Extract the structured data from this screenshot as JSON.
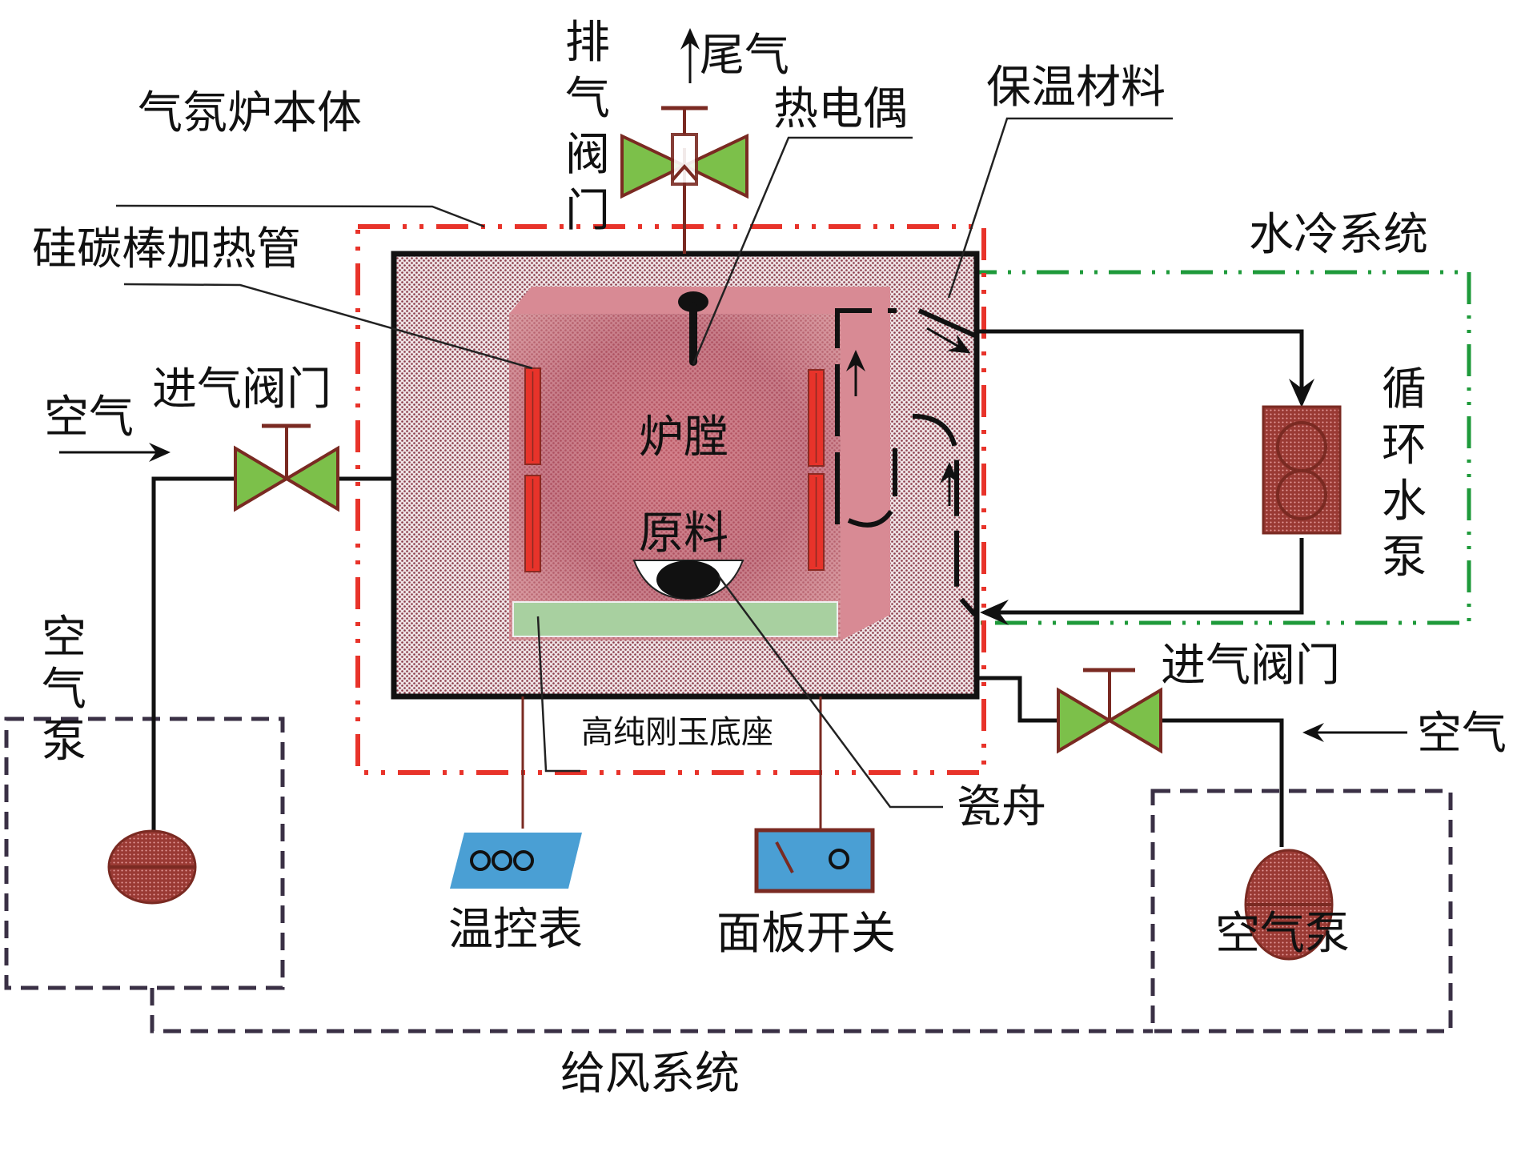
{
  "title": "气氛炉实验装置示意图",
  "labels": {
    "furnace_body": "气氛炉本体",
    "sic_heater": "硅碳棒加热管",
    "exhaust_valve": "排气阀门",
    "exhaust_gas": "尾气",
    "thermocouple": "热电偶",
    "insulation": "保温材料",
    "water_cooling_system": "水冷系统",
    "circulating_pump": "循环水泵",
    "furnace_chamber": "炉膛",
    "raw_material": "原料",
    "alumina_base": "高纯刚玉底座",
    "crucible_boat": "瓷舟",
    "temp_controller": "温控表",
    "panel_switch": "面板开关",
    "inlet_valve_left": "进气阀门",
    "inlet_valve_right": "进气阀门",
    "air_left": "空气",
    "air_right": "空气",
    "air_pump_left": "空气泵",
    "air_pump_right": "空气泵",
    "air_supply_system": "给风系统"
  },
  "colors": {
    "furnace_boundary": "#e8332a",
    "water_system_boundary": "#1e9a3a",
    "air_system_boundary": "#3a3045",
    "valve_fill": "#7cc04a",
    "valve_stroke": "#7a2a22",
    "chamber_fill": "#c8707a",
    "insulation_fill": "#d8b6bc",
    "heater_fill": "#e8332a",
    "base_fill": "#a8d0a0",
    "pump_fill": "#9a3a34",
    "controller_fill": "#4a9fd4"
  }
}
